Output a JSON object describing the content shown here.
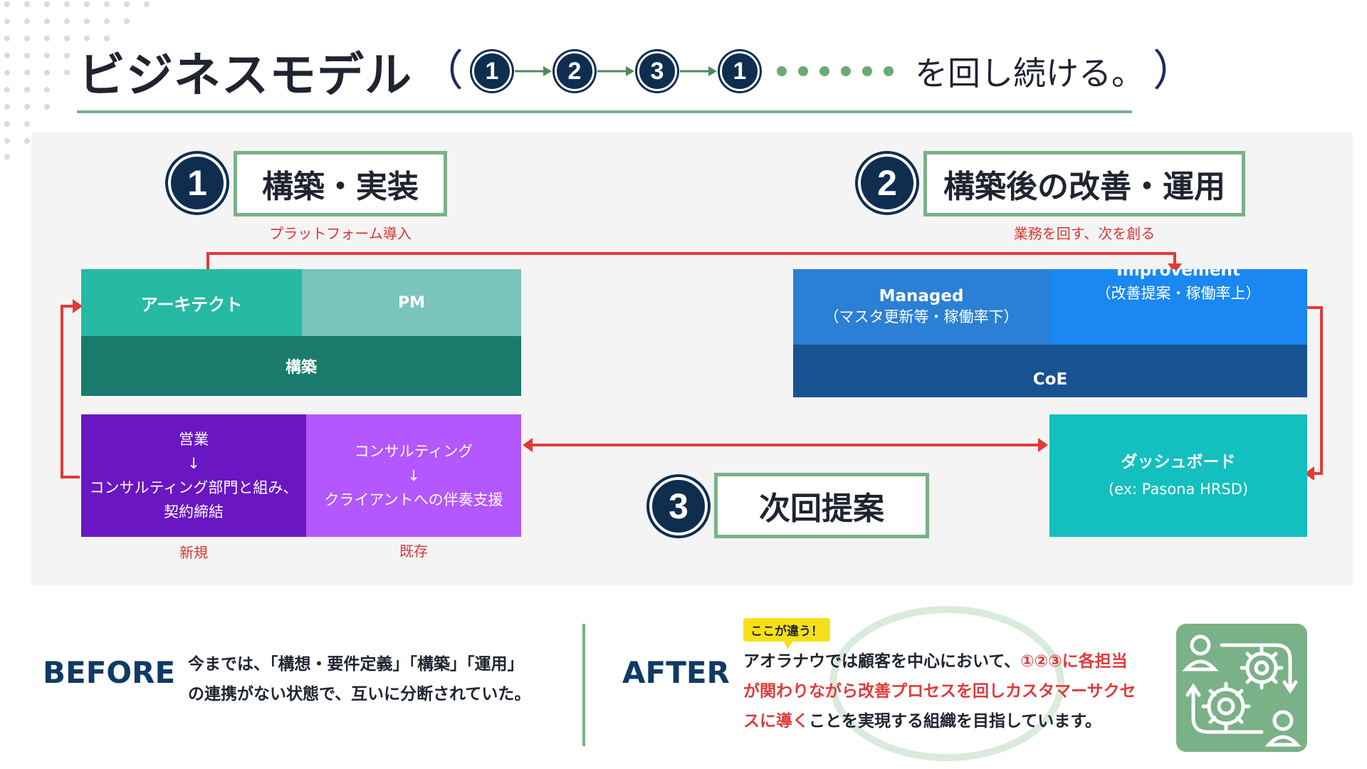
{
  "title": {
    "main": "ビジネスモデル",
    "open_paren": "（",
    "seq": [
      "1",
      "2",
      "3",
      "1"
    ],
    "suffix": "を回し続ける。",
    "close_paren": "）"
  },
  "stages": {
    "s1": {
      "num": "1",
      "label": "構築・実装",
      "sub": "プラットフォーム導入"
    },
    "s2": {
      "num": "2",
      "label": "構築後の改善・運用",
      "sub": "業務を回す、次を創る"
    },
    "s3": {
      "num": "3",
      "label": "次回提案"
    }
  },
  "blocks": {
    "architect": "アーキテクト",
    "pm": "PM",
    "build": "構築",
    "managed_title": "Managed",
    "managed_sub": "（マスタ更新等・稼働率下）",
    "improvement_title": "Improvement",
    "improvement_sub": "（改善提案・稼働率上）",
    "coe": "CoE",
    "sales_line1": "営業",
    "sales_arrow": "↓",
    "sales_line2": "コンサルティング部門と組み、契約締結",
    "sales_note": "新規",
    "consult_line1": "コンサルティング",
    "consult_arrow": "↓",
    "consult_line2": "クライアントへの伴奏支援",
    "consult_note": "既存",
    "dashboard_title": "ダッシュボード",
    "dashboard_sub": "(ex: Pasona HRSD)"
  },
  "before": {
    "label": "BEFORE",
    "line1": "今までは、「構想・要件定義」「構築」「運用」",
    "line2": "の連携がない状態で、互いに分断されていた。"
  },
  "after": {
    "label": "AFTER",
    "badge": "ここが違う！",
    "t1": "アオラナウでは顧客を中心において、",
    "t2": "①②③に各担当",
    "t3": "が関わりながら改善プロセスを回しカスタマーサクセ",
    "t4": "スに導く",
    "t5": "ことを実現する組織を目指しています。"
  },
  "colors": {
    "navy": "#0f2d4f",
    "green_accent": "#7ab187",
    "red_arrow": "#e53935",
    "teal": "#26b9a3",
    "light_teal": "#7ac4bb",
    "dark_teal": "#1a7a6c",
    "blue": "#2b7fd4",
    "bright_blue": "#1a87f2",
    "dark_blue": "#185391",
    "purple": "#6a16c2",
    "violet": "#b357ff",
    "cyan": "#14bfbf"
  },
  "icons": [
    "process-cycle-icon",
    "person-icon",
    "gear-icon",
    "cycle-arrows-icon"
  ]
}
